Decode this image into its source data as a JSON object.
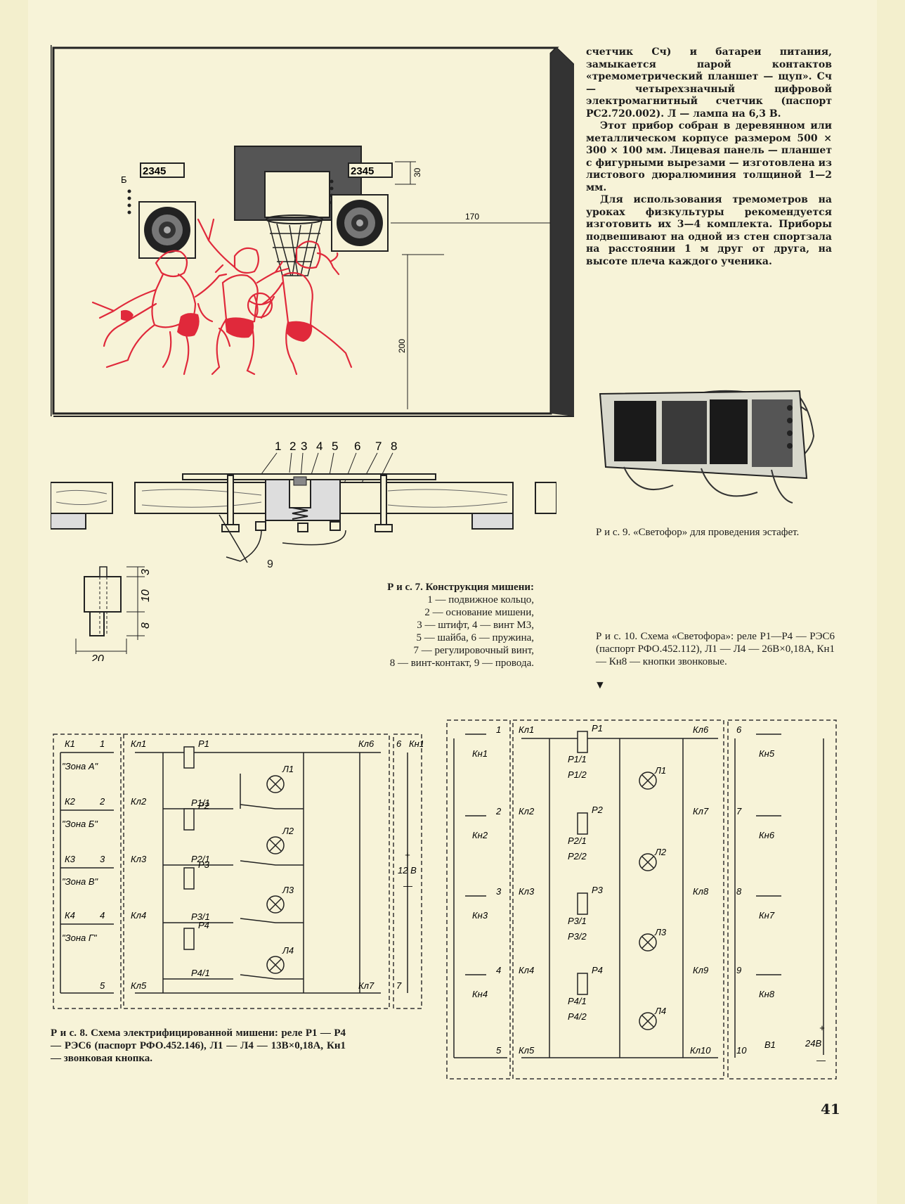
{
  "body_text": {
    "paragraphs": [
      "счетчик Сч) и батареи питания, замыкается парой контактов «тремометрический планшет — щуп». Сч — четырехзначный цифровой электромагнитный счетчик (паспорт РС2.720.002). Л — лампа на 6,3 В.",
      "Этот прибор собран в деревянном или металлическом корпусе размером 500 × 300 × 100 мм. Лицевая панель — планшет с фигурными вырезами — изготовлена из листового дюралюминия толщиной 1—2 мм.",
      "Для использования тремометров на уроках физкультуры рекомендуется изготовить их 3—4 комплекта. Приборы подвешивают на одной из стен спортзала на расстоянии 1 м друг от друга, на высоте плеча каждого ученика."
    ]
  },
  "fig6": {
    "counter_left": "2345",
    "counter_right": "2345",
    "label_b": "Б",
    "dim_30": "30",
    "dim_170": "170",
    "dim_200": "200"
  },
  "fig7": {
    "numbers": [
      "1",
      "2",
      "3",
      "4",
      "5",
      "6",
      "7",
      "8"
    ],
    "wire_label": "9",
    "dim_3": "3",
    "dim_10": "10",
    "dim_8": "8",
    "dim_20": "20",
    "caption_title": "Р и с. 7. Конструкция мишени:",
    "legend": [
      "1 — подвижное кольцо,",
      "2 — основание мишени,",
      "3 — штифт, 4 — винт М3,",
      "5 — шайба, 6 — пружина,",
      "7 — регулировочный винт,",
      "8 — винт-контакт, 9 — провода."
    ]
  },
  "fig8": {
    "caption": "Р и с. 8. Схема электрифицированной мишени: реле Р1 — Р4 — РЭС6 (паспорт РФО.452.146), Л1 — Л4 — 13В×0,18А, Кн1 — звонковая кнопка.",
    "switches": [
      "К1",
      "К2",
      "К3",
      "К4"
    ],
    "zones": [
      "\"Зона А\"",
      "\"Зона Б\"",
      "\"Зона В\"",
      "\"Зона Г\""
    ],
    "in_numbers": [
      "1",
      "2",
      "3",
      "4",
      "5"
    ],
    "kl_left": [
      "Кл1",
      "Кл2",
      "Кл3",
      "Кл4",
      "Кл5"
    ],
    "relays": [
      "Р1",
      "Р2",
      "Р3",
      "Р4"
    ],
    "contacts": [
      "Р1/1",
      "Р2/1",
      "Р3/1",
      "Р4/1"
    ],
    "lamps": [
      "Л1",
      "Л2",
      "Л3",
      "Л4"
    ],
    "kl_right": [
      "Кл6",
      "Кл7"
    ],
    "right_numbers": [
      "6",
      "7"
    ],
    "button": "Кн1",
    "voltage": "12 В",
    "plus": "+",
    "minus": "—"
  },
  "fig9": {
    "caption": "Р и с. 9. «Светофор» для проведения эстафет."
  },
  "fig10": {
    "caption": "Р и с. 10. Схема «Светофора»: реле Р1—Р4 — РЭС6 (паспорт РФО.452.112), Л1 — Л4 — 26В×0,18А, Кн1 — Кн8 — кнопки звонковые.",
    "marker": "▼",
    "buttons_left": [
      "Кн1",
      "Кн2",
      "Кн3",
      "Кн4"
    ],
    "buttons_right": [
      "Кн5",
      "Кн6",
      "Кн7",
      "Кн8"
    ],
    "left_numbers": [
      "1",
      "2",
      "3",
      "4",
      "5"
    ],
    "right_numbers": [
      "6",
      "7",
      "8",
      "9",
      "10"
    ],
    "kl_left": [
      "Кл1",
      "Кл2",
      "Кл3",
      "Кл4",
      "Кл5"
    ],
    "kl_right": [
      "Кл6",
      "Кл7",
      "Кл8",
      "Кл9",
      "Кл10"
    ],
    "relays": [
      "Р1",
      "Р2",
      "Р3",
      "Р4"
    ],
    "contacts_a": [
      "Р1/1",
      "Р2/1",
      "Р3/1",
      "Р4/1"
    ],
    "contacts_b": [
      "Р1/2",
      "Р2/2",
      "Р3/2",
      "Р4/2"
    ],
    "lamps": [
      "Л1",
      "Л2",
      "Л3",
      "Л4"
    ],
    "switch": "В1",
    "voltage": "24В",
    "plus": "+",
    "minus": "—"
  },
  "page_number": "41"
}
